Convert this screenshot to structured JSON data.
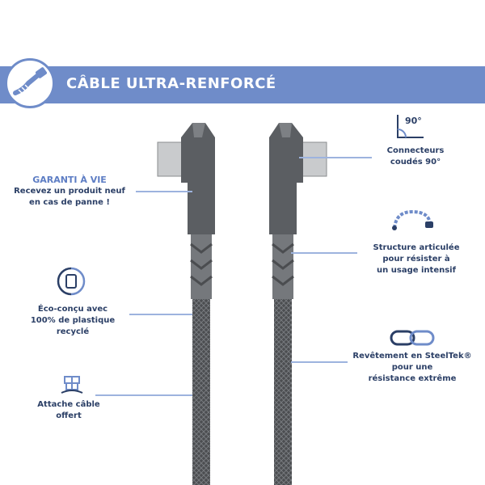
{
  "banner": {
    "title": "CÂBLE ULTRA-RENFORCÉ"
  },
  "left": {
    "warranty_title": "GARANTI À VIE",
    "warranty_line1": "Recevez un produit neuf",
    "warranty_line2": "en cas de panne !",
    "eco_line1": "Éco-conçu avec",
    "eco_line2": "100% de plastique recyclé",
    "tie_line1": "Attache câble",
    "tie_line2": "offert"
  },
  "right": {
    "angle_label": "90°",
    "connectors_line1": "Connecteurs",
    "connectors_line2": "coudés 90°",
    "struct_line1": "Structure articulée",
    "struct_line2": "pour résister à",
    "struct_line3": "un usage intensif",
    "coating_line1": "Revêtement en SteelTek®",
    "coating_line2": "pour une",
    "coating_line3": "résistance extrême"
  },
  "icons": [
    "cable-icon",
    "angle-90-icon",
    "articulated-structure-icon",
    "recycle-icon",
    "steeltek-link-icon",
    "gift-icon"
  ],
  "colors": {
    "accent": "#6f8cc9",
    "text": "#2b3f66",
    "cable": "#4b4d50"
  }
}
